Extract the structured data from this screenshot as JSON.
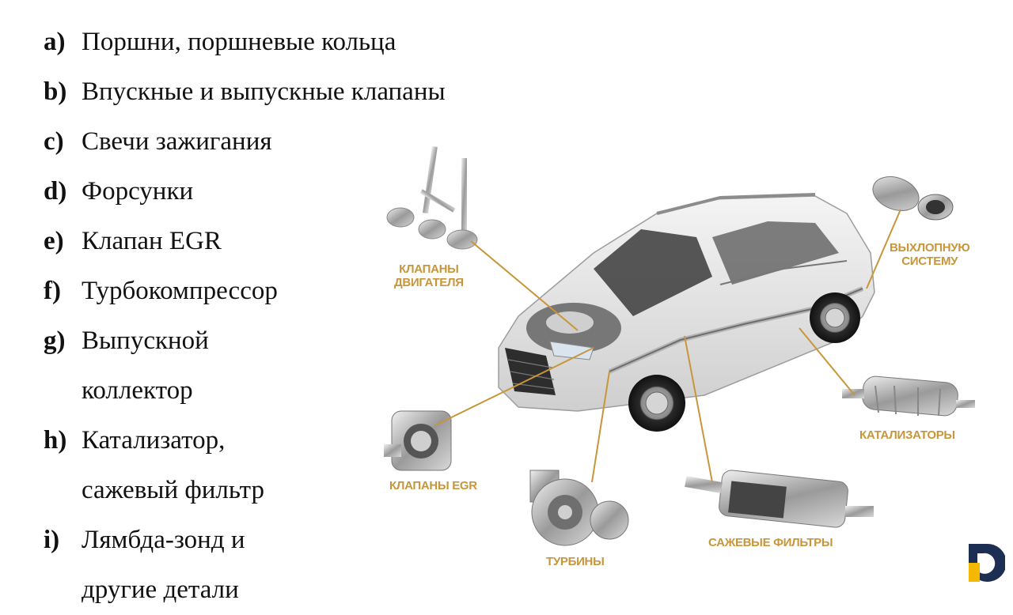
{
  "list": [
    {
      "marker": "a)",
      "lines": [
        "Поршни, поршневые кольца"
      ]
    },
    {
      "marker": "b)",
      "lines": [
        "Впускные и выпускные клапаны"
      ]
    },
    {
      "marker": "c)",
      "lines": [
        "Свечи зажигания"
      ]
    },
    {
      "marker": "d)",
      "lines": [
        "Форсунки"
      ]
    },
    {
      "marker": "e)",
      "lines": [
        "Клапан EGR"
      ]
    },
    {
      "marker": "f)",
      "lines": [
        "Турбокомпрессор"
      ]
    },
    {
      "marker": "g)",
      "lines": [
        "Выпускной",
        "коллектор"
      ]
    },
    {
      "marker": "h)",
      "lines": [
        "Катализатор,",
        "сажевый фильтр"
      ]
    },
    {
      "marker": "i)",
      "lines": [
        "Лямбда-зонд и",
        "другие детали"
      ]
    }
  ],
  "figure": {
    "labels": {
      "valves_1": "КЛАПАНЫ",
      "valves_2": "ДВИГАТЕЛЯ",
      "exhaust_1": "ВЫХЛОПНУЮ",
      "exhaust_2": "СИСТЕМУ",
      "catalysts": "КАТАЛИЗАТОРЫ",
      "egr": "КЛАПАНЫ EGR",
      "turbines": "ТУРБИНЫ",
      "dpf": "САЖЕВЫЕ ФИЛЬТРЫ"
    },
    "colors": {
      "label": "#c8963a",
      "leader": "#c8963a",
      "logo_yellow": "#f5b800",
      "logo_blue": "#1c2f52"
    }
  }
}
